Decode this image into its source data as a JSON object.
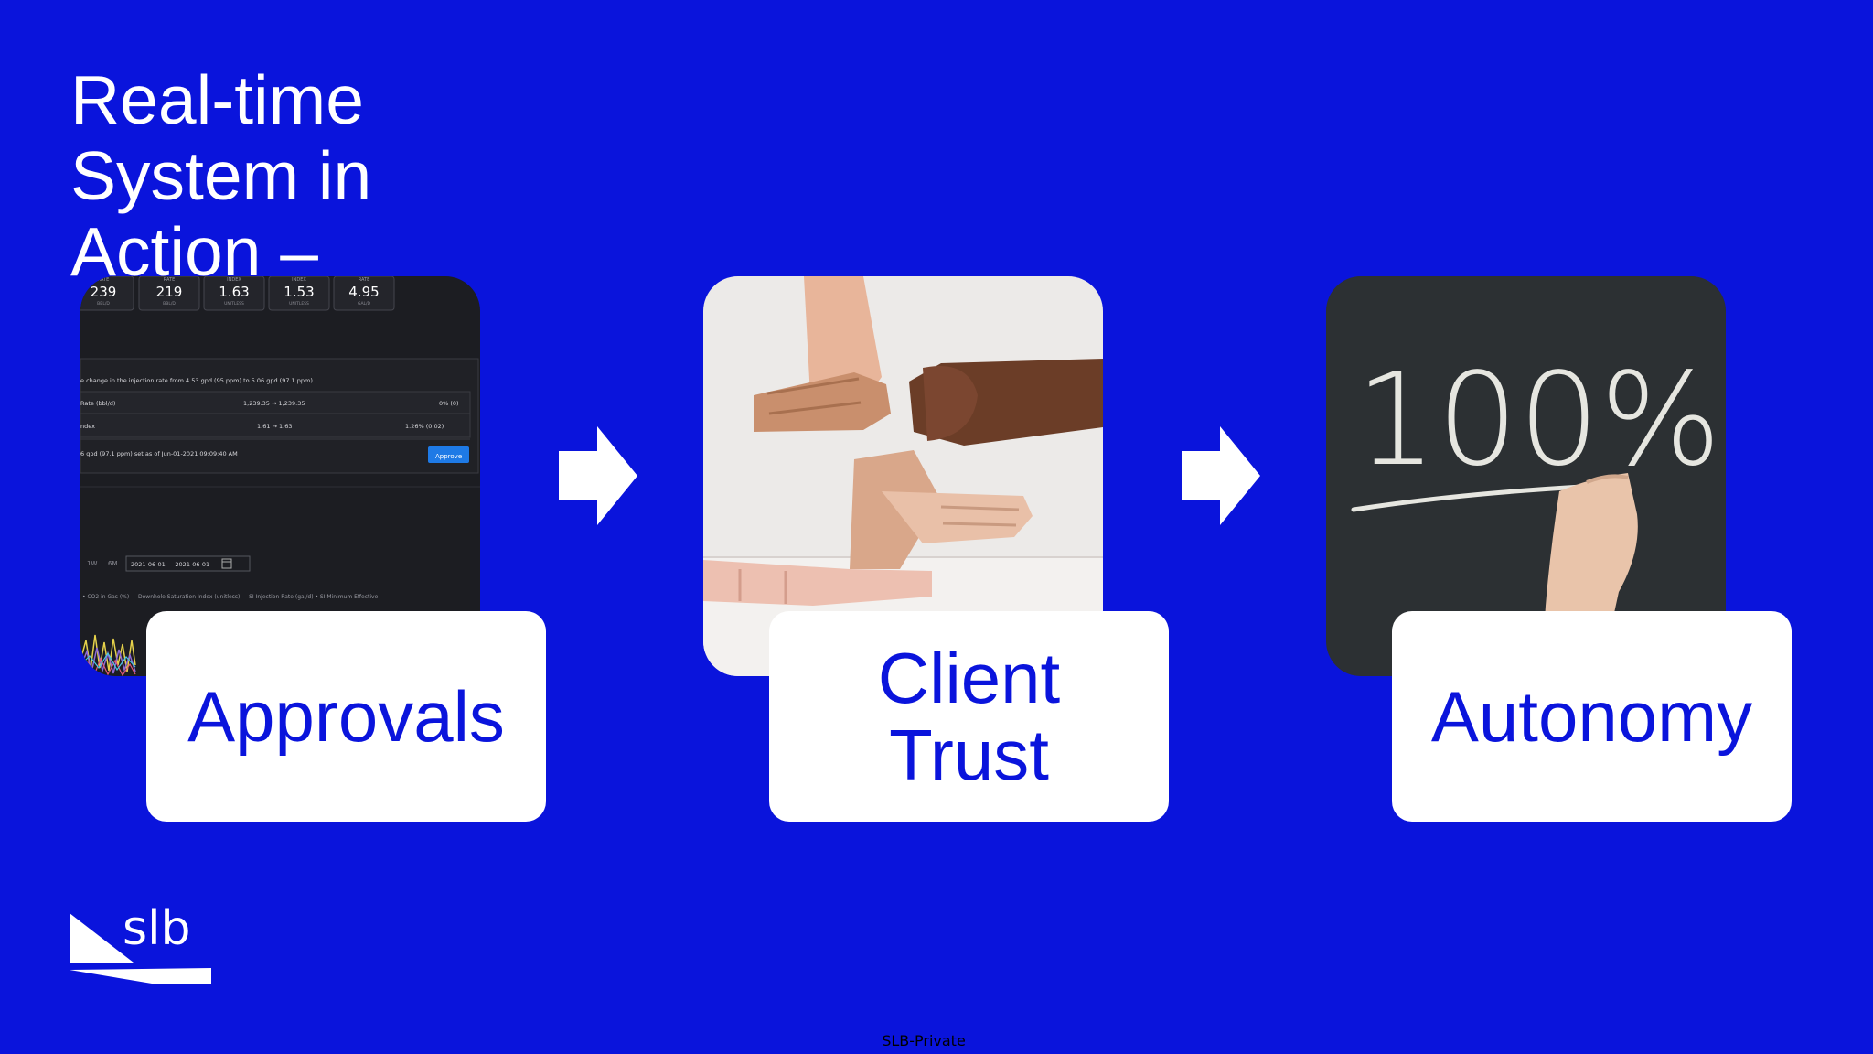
{
  "slide": {
    "title": "Real-time System in Action –",
    "footer": "SLB-Private",
    "logo_text": "slb",
    "background_color": "#0a14dc",
    "accent_color": "#0a14dc"
  },
  "steps": [
    {
      "caption": "Approvals",
      "image": "dashboard-screenshot"
    },
    {
      "caption": "Client Trust",
      "image": "stacked-hands-photo"
    },
    {
      "caption": "Autonomy",
      "image": "chalkboard-100-percent"
    }
  ],
  "dashboard": {
    "kpis": [
      {
        "label": "RATE",
        "value": "239",
        "unit": "BBL/D"
      },
      {
        "label": "RATE",
        "value": "219",
        "unit": "BBL/D"
      },
      {
        "label": "INDEX",
        "value": "1.63",
        "unit": "UNITLESS"
      },
      {
        "label": "INDEX",
        "value": "1.53",
        "unit": "UNITLESS"
      },
      {
        "label": "RATE",
        "value": "4.95",
        "unit": "GAL/D"
      }
    ],
    "change_text": "e change in the injection rate from 4.53 gpd (95 ppm) to 5.06 gpd (97.1 ppm)",
    "rows": [
      {
        "name": "Rate (bbl/d)",
        "change": "1,239.35 → 1,239.35",
        "delta": "0% (0)"
      },
      {
        "name": "ndex",
        "change": "1.61 → 1.63",
        "delta": "1.26% (0.02)"
      }
    ],
    "set_text": "6 gpd (97.1 ppm) set as of Jun-01-2021 09:09:40 AM",
    "approve_label": "Approve",
    "date_range": "2021-06-01 — 2021-06-01",
    "legend": "• CO2 in Gas (%)   — Downhole Saturation Index (unitless)   — SI Injection Rate (gal/d)   • SI Minimum Effective"
  },
  "chalkboard": {
    "text": "100%"
  },
  "icons": [
    "right-arrow-icon",
    "right-arrow-icon",
    "calendar-icon"
  ]
}
